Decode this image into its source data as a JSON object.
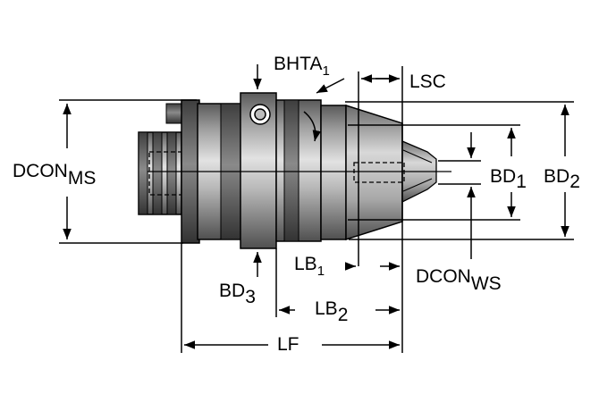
{
  "labels": {
    "bhta": {
      "main": "BHTA",
      "sub": "1"
    },
    "lsc": {
      "main": "LSC"
    },
    "dcon_ms": {
      "main": "DCON",
      "sub": "MS"
    },
    "bd1": {
      "main": "BD",
      "sub": "1"
    },
    "bd2": {
      "main": "BD",
      "sub": "2"
    },
    "lb1": {
      "main": "LB",
      "sub": "1"
    },
    "dcon_ws": {
      "main": "DCON",
      "sub": "WS"
    },
    "bd3": {
      "main": "BD",
      "sub": "3"
    },
    "lb2": {
      "main": "LB",
      "sub": "2"
    },
    "lf": {
      "main": "LF"
    }
  },
  "colors": {
    "body_dark": "#6a6a6a",
    "body_mid": "#9a9a9a",
    "body_light": "#d4d4d4",
    "line": "#000000",
    "background": "#ffffff"
  }
}
